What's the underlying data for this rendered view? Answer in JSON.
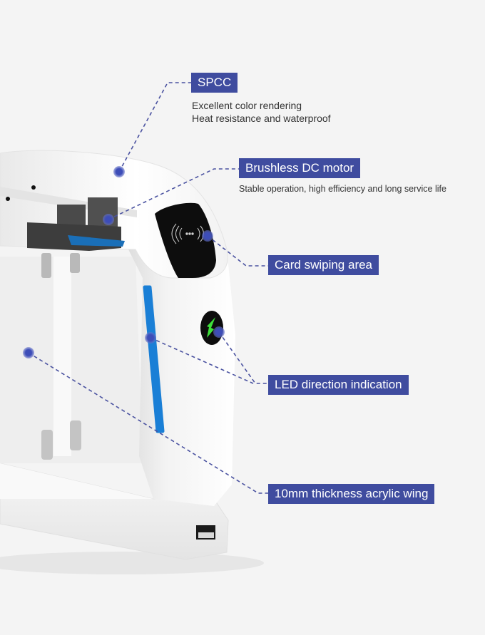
{
  "colors": {
    "background": "#f4f4f4",
    "label_bg": "#3f4c9f",
    "label_text": "#ffffff",
    "leader_line": "#4a52a0",
    "marker": "#4050b5",
    "led_strip": "#1a7fd6",
    "arrow_green": "#3ee03a",
    "reader_black": "#0d0d0d"
  },
  "callouts": [
    {
      "id": "spcc",
      "label": "SPCC",
      "description": [
        "Excellent color rendering",
        "Heat resistance and waterproof"
      ]
    },
    {
      "id": "motor",
      "label": "Brushless DC motor",
      "description": [
        "Stable operation, high efficiency and long service life"
      ]
    },
    {
      "id": "card",
      "label": "Card swiping area",
      "description": []
    },
    {
      "id": "led",
      "label": "LED direction indication",
      "description": []
    },
    {
      "id": "wing",
      "label": "10mm thickness acrylic wing",
      "description": []
    }
  ],
  "icons": {
    "rfid": "rfid-contactless-icon",
    "arrow": "green-arrow-down-left-icon"
  }
}
